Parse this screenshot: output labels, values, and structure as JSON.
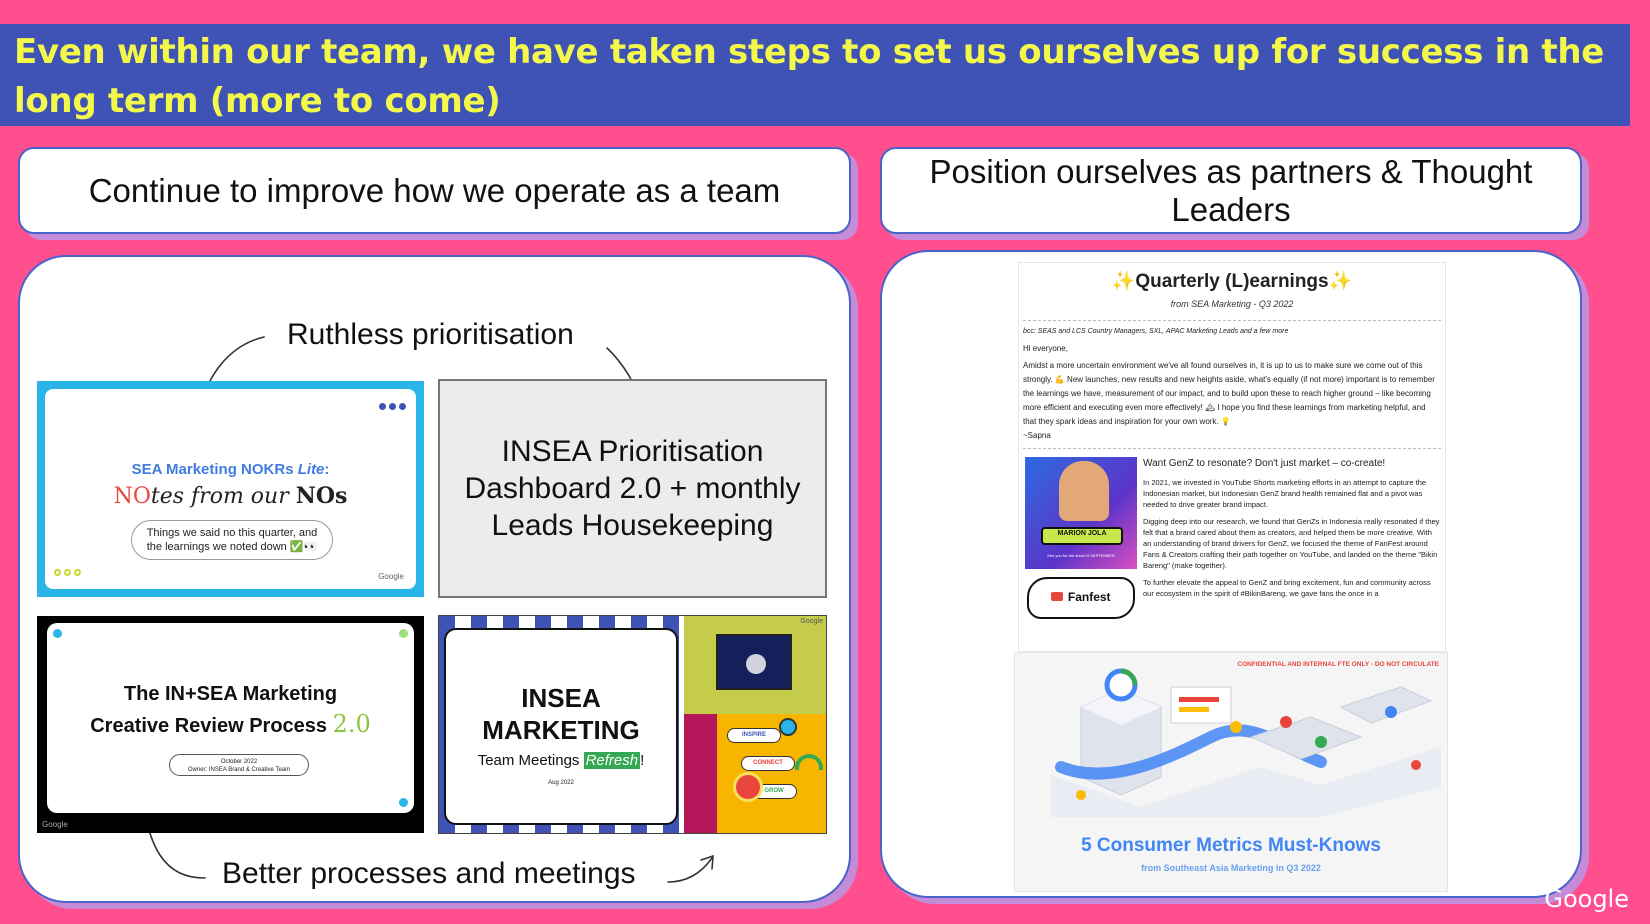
{
  "title": "Even within our team, we have taken steps to set us ourselves up for success in the long term (more to come)",
  "left": {
    "header": "Continue to improve how we operate as a team",
    "label_top": "Ruthless prioritisation",
    "label_bottom": "Better processes and meetings",
    "card_nokrs": {
      "title_prefix": "SEA Marketing NOKRs ",
      "title_italic": "Lite",
      "title_suffix": ":",
      "subtitle_no1": "NO",
      "subtitle_mid": "tes from our ",
      "subtitle_no2": "NOs",
      "pill_text": "Things we said no this quarter, and the learnings we noted down ✅👀",
      "brand": "Google"
    },
    "card_dashboard": {
      "text": "INSEA Prioritisation Dashboard 2.0 + monthly Leads Housekeeping"
    },
    "card_creative": {
      "title_line1": "The IN+SEA Marketing",
      "title_line2": "Creative Review Process ",
      "version": "2.0",
      "meta_line1": "October 2022",
      "meta_line2": "Owner: INSEA Brand & Creative Team",
      "brand": "Google"
    },
    "card_meetings": {
      "title_line1": "INSEA",
      "title_line2": "MARKETING",
      "subtitle": "Team Meetings ",
      "subtitle_highlight": "Refresh",
      "subtitle_suffix": "!",
      "date": "Aug 2022",
      "brand": "Google",
      "tags": [
        "INSPIRE",
        "CONNECT",
        "GROW"
      ]
    }
  },
  "right": {
    "header": "Position ourselves as partners & Thought Leaders",
    "newsletter": {
      "title": "✨Quarterly (L)earnings✨",
      "subtitle": "from SEA Marketing - Q3 2022",
      "bcc": "bcc: SEAS and LCS Country Managers, SXL, APAC Marketing Leads and a few more",
      "greeting": "Hi everyone,",
      "body": "Amidst a more uncertain environment we've all found ourselves in, it is up to us to make sure we come out of this strongly. 💪 New launches, new results and new heights aside, what's equally (if not more) important is to remember the learnings we have, measurement of our impact, and to build upon these to reach higher ground – like becoming more efficient and executing even more effectively! 🏔 I hope you find these learnings from marketing helpful, and that they spark ideas and inspiration for your own work. 💡",
      "signoff": "~Sapna",
      "article_title": "Want GenZ to resonate? Don't just market – co-create!",
      "article_p1": "In 2021, we invested in YouTube Shorts marketing efforts in an attempt to capture the Indonesian market, but Indonesian GenZ brand health remained flat and a pivot was needed to drive greater brand impact.",
      "article_p2": "Digging deep into our research, we found that GenZs in Indonesia really resonated if they felt that a brand cared about them as creators, and helped them be more creative. With an understanding of brand drivers for GenZ, we focused the theme of FanFest around Fans & Creators crafting their path together on YouTube, and landed on the theme \"Bikin Bareng\" (make together).",
      "article_p3": "To further elevate the appeal to GenZ and bring excitement, fun and community across our ecosystem in the spirit of #BikinBareng, we gave fans the once in a",
      "promo_name": "MARION JOLA",
      "promo_caption": "See you for the show! 8 SEPTEMBER",
      "fanfest_label": "Fanfest"
    },
    "metrics_card": {
      "confidential": "CONFIDENTIAL AND INTERNAL FTE ONLY - DO NOT CIRCULATE",
      "title": "5 Consumer Metrics Must-Knows",
      "subtitle": "from Southeast Asia Marketing in Q3 2022"
    }
  },
  "footer_brand": "Google",
  "colors": {
    "background": "#ff4f8f",
    "title_bar": "#3e53b5",
    "title_text": "#f3f84a",
    "accent_blue": "#4285f4",
    "shadow": "#c48bd8"
  }
}
